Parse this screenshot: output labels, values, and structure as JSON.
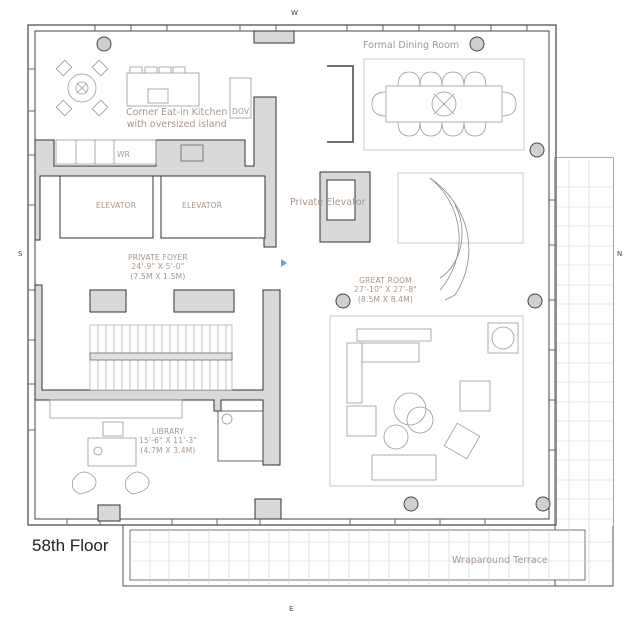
{
  "plan": {
    "floor_label": "58th Floor",
    "compass": {
      "north": "N",
      "south": "S",
      "east": "E",
      "west": "W"
    },
    "rooms": {
      "kitchen": {
        "line1": "Corner Eat-in Kitchen",
        "line2": "with oversized island"
      },
      "dov": "DOV",
      "wr": "WR",
      "dining": "Formal Dining Room",
      "elevator_1": "ELEVATOR",
      "elevator_2": "ELEVATOR",
      "private_elevator": "Private Elevator",
      "foyer": {
        "name": "PRIVATE FOYER",
        "dim_imperial": "24'-9\" X 5'-0\"",
        "dim_metric": "(7.5M X 1.5M)"
      },
      "great_room": {
        "name": "GREAT ROOM",
        "dim_imperial": "27'-10\" X 27'-8\"",
        "dim_metric": "(8.5M X 8.4M)"
      },
      "library": {
        "name": "LIBRARY",
        "dim_imperial": "15'-6\" X 11'-3\"",
        "dim_metric": "(4.7M X 3.4M)"
      },
      "terrace": "Wraparound Terrace"
    },
    "colors": {
      "wall_fill": "#d9d9d9",
      "line": "#333333",
      "label": "#a8968a",
      "marker": "#6fa3c8"
    }
  }
}
